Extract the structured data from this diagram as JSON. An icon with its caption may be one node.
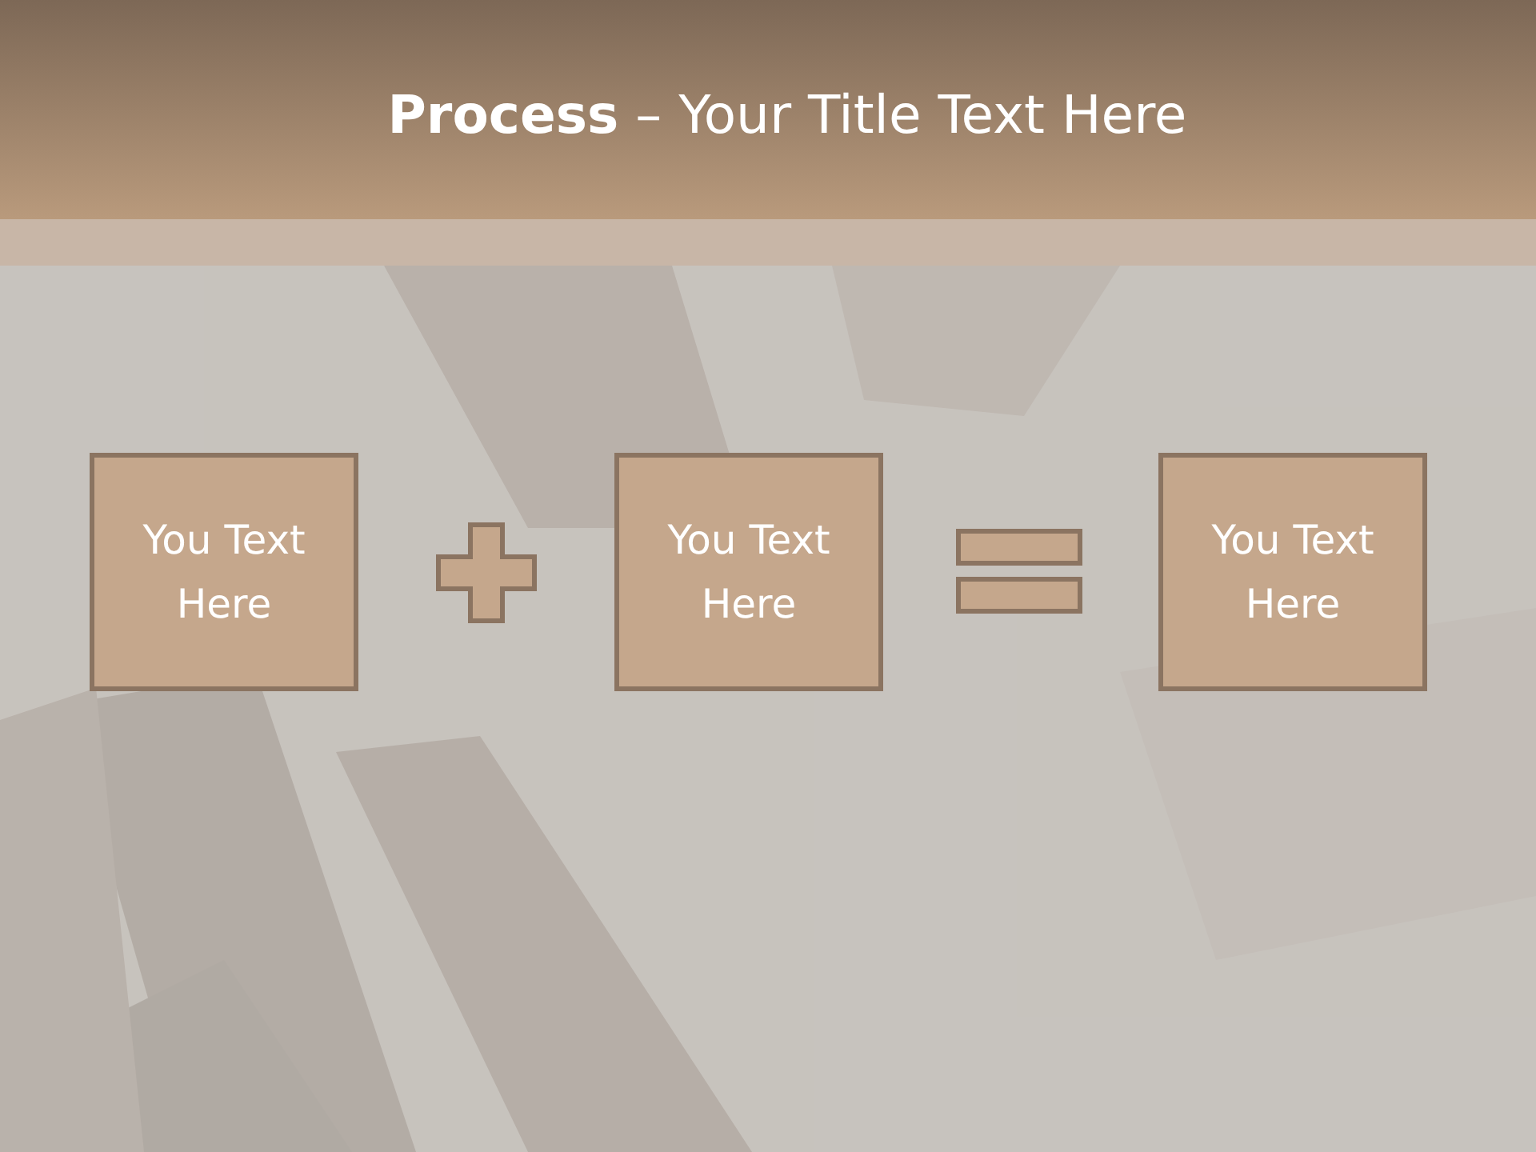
{
  "diagram": {
    "title": "**Process** – Your Title Text Here",
    "nodes": [
      {
        "text": [
          "You Text Here"
        ]
      },
      {
        "text": [
          "You Text Here"
        ]
      },
      {
        "text": [
          "You Text Here"
        ]
      }
    ],
    "edges": []
  }
}
